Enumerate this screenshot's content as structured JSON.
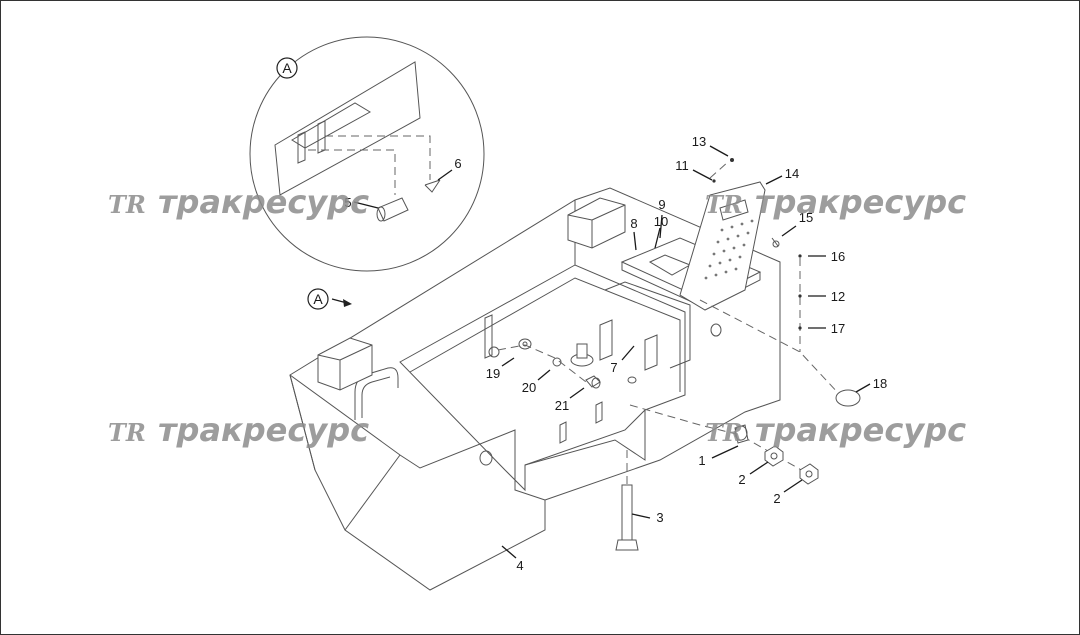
{
  "drawing": {
    "detail_view_letter": "A",
    "view_marker_letter": "A",
    "callouts": [
      "1",
      "2",
      "2",
      "3",
      "4",
      "5",
      "6",
      "7",
      "8",
      "9",
      "10",
      "11",
      "12",
      "13",
      "14",
      "15",
      "16",
      "17",
      "18",
      "19",
      "20",
      "21"
    ]
  },
  "watermarks": [
    {
      "logo": "TR",
      "text": "тракресурс"
    },
    {
      "logo": "TR",
      "text": "тракресурс"
    },
    {
      "logo": "TR",
      "text": "тракресурс"
    },
    {
      "logo": "TR",
      "text": "тракресурс"
    }
  ]
}
